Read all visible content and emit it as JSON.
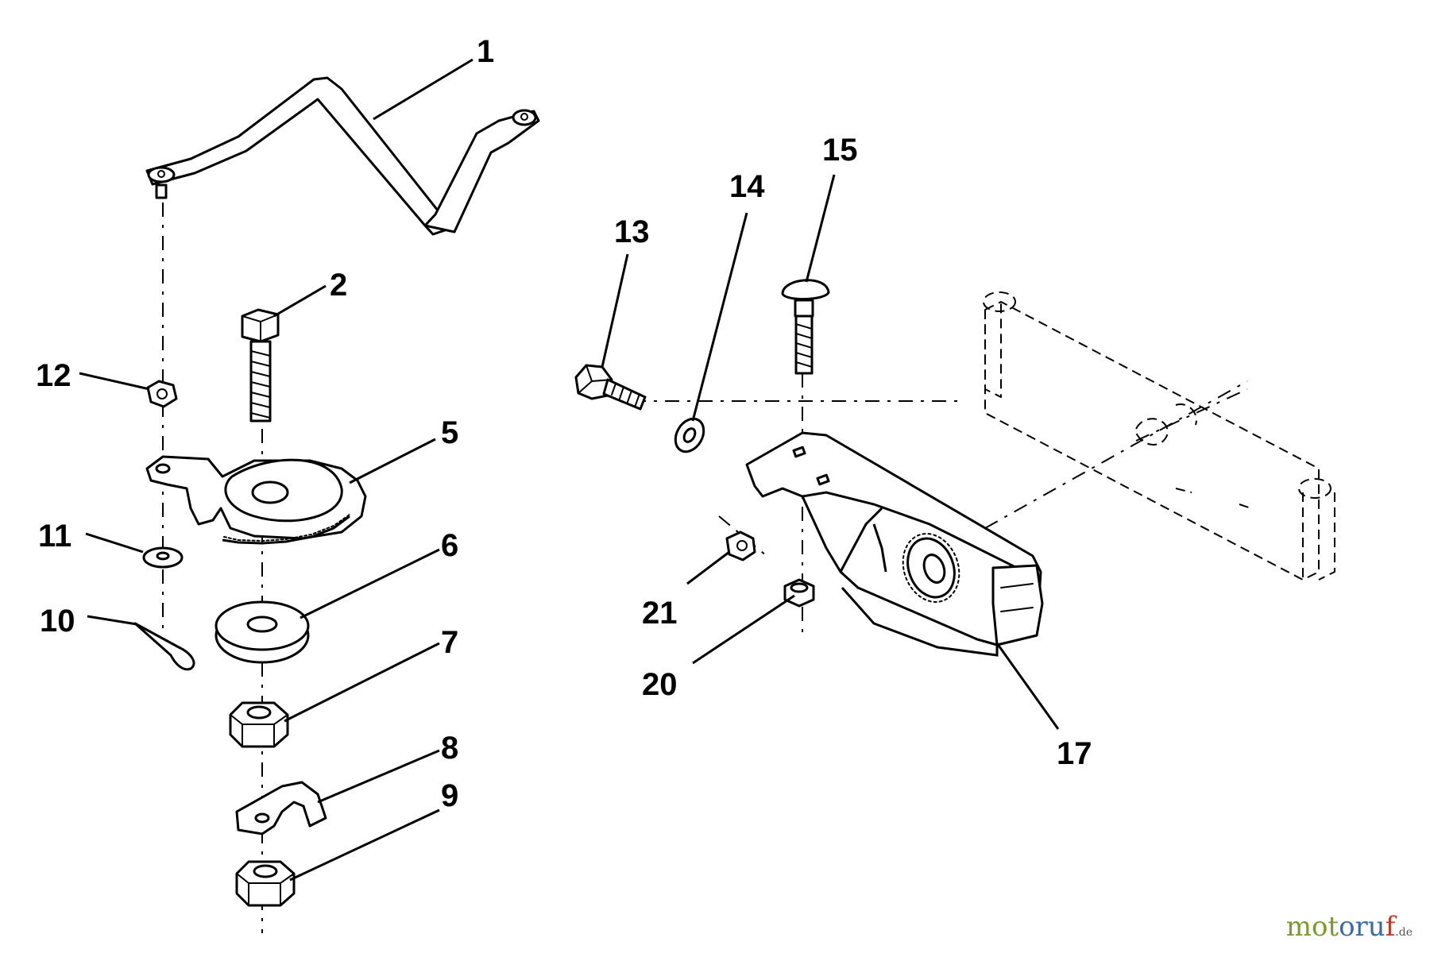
{
  "diagram": {
    "callouts": [
      "1",
      "2",
      "5",
      "6",
      "7",
      "8",
      "9",
      "10",
      "11",
      "12",
      "13",
      "14",
      "15",
      "17",
      "20",
      "21"
    ]
  },
  "watermark": {
    "part1": "mot",
    "part2": "oru",
    "part3": "f",
    "tld": ".de",
    "colors": {
      "green": "#7a9a2a",
      "blue": "#3a6aa8",
      "red": "#c0392b"
    }
  }
}
